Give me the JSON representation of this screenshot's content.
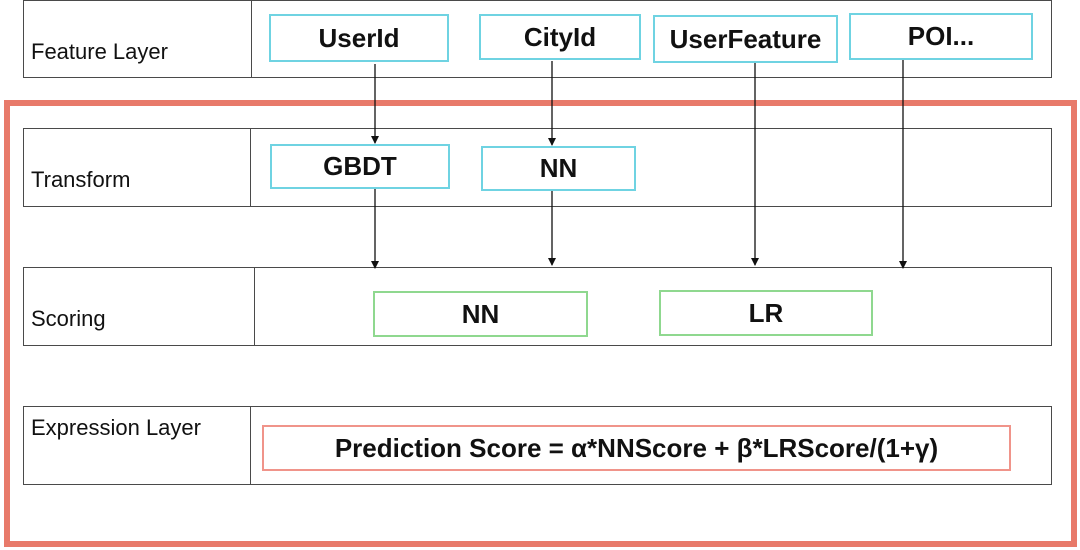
{
  "layers": {
    "feature": {
      "label": "Feature Layer",
      "nodes": [
        "UserId",
        "CityId",
        "UserFeature",
        "POI..."
      ]
    },
    "transform": {
      "label": "Transform",
      "nodes": [
        "GBDT",
        "NN"
      ]
    },
    "scoring": {
      "label": "Scoring",
      "nodes": [
        "NN",
        "LR"
      ]
    },
    "expression": {
      "label": "Expression Layer",
      "formula": "Prediction Score = α*NNScore + β*LRScore/(1+γ)"
    }
  },
  "colors": {
    "frame": "#e87a6a",
    "feature_node_border": "#6fd3e2",
    "scoring_node_border": "#8fd88f",
    "formula_border": "#f0948a"
  }
}
